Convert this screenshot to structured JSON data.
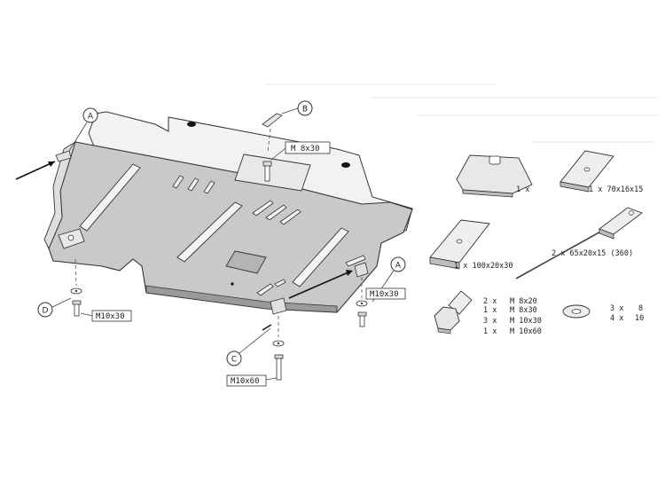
{
  "callouts": {
    "a_left": "A",
    "a_right": "A",
    "b": "B",
    "c": "C",
    "d": "D"
  },
  "bolt_labels": {
    "plate_bolt": "M 8x30",
    "d_bolt": "M10x30",
    "a_bolt": "M10x30",
    "c_bolt": "M10x60"
  },
  "parts": {
    "clip_qty": "1 x",
    "plate_70": "1  x  70x16x15",
    "plate_100": "1  x  100x20x30",
    "plate_65": "2  x   65x20x15  (360)"
  },
  "bolts_list": [
    {
      "qty": "2  x",
      "size": "M  8x20"
    },
    {
      "qty": "1  x",
      "size": "M  8x30"
    },
    {
      "qty": "3  x",
      "size": "M  10x30"
    },
    {
      "qty": "1  x",
      "size": "M  10x60"
    }
  ],
  "washers_list": [
    {
      "qty": "3  x",
      "size": "8"
    },
    {
      "qty": "4  x",
      "size": "10"
    }
  ],
  "colors": {
    "plate_fill": "#c9c9c9",
    "plate_top": "#f2f2f2",
    "line": "#333333"
  }
}
